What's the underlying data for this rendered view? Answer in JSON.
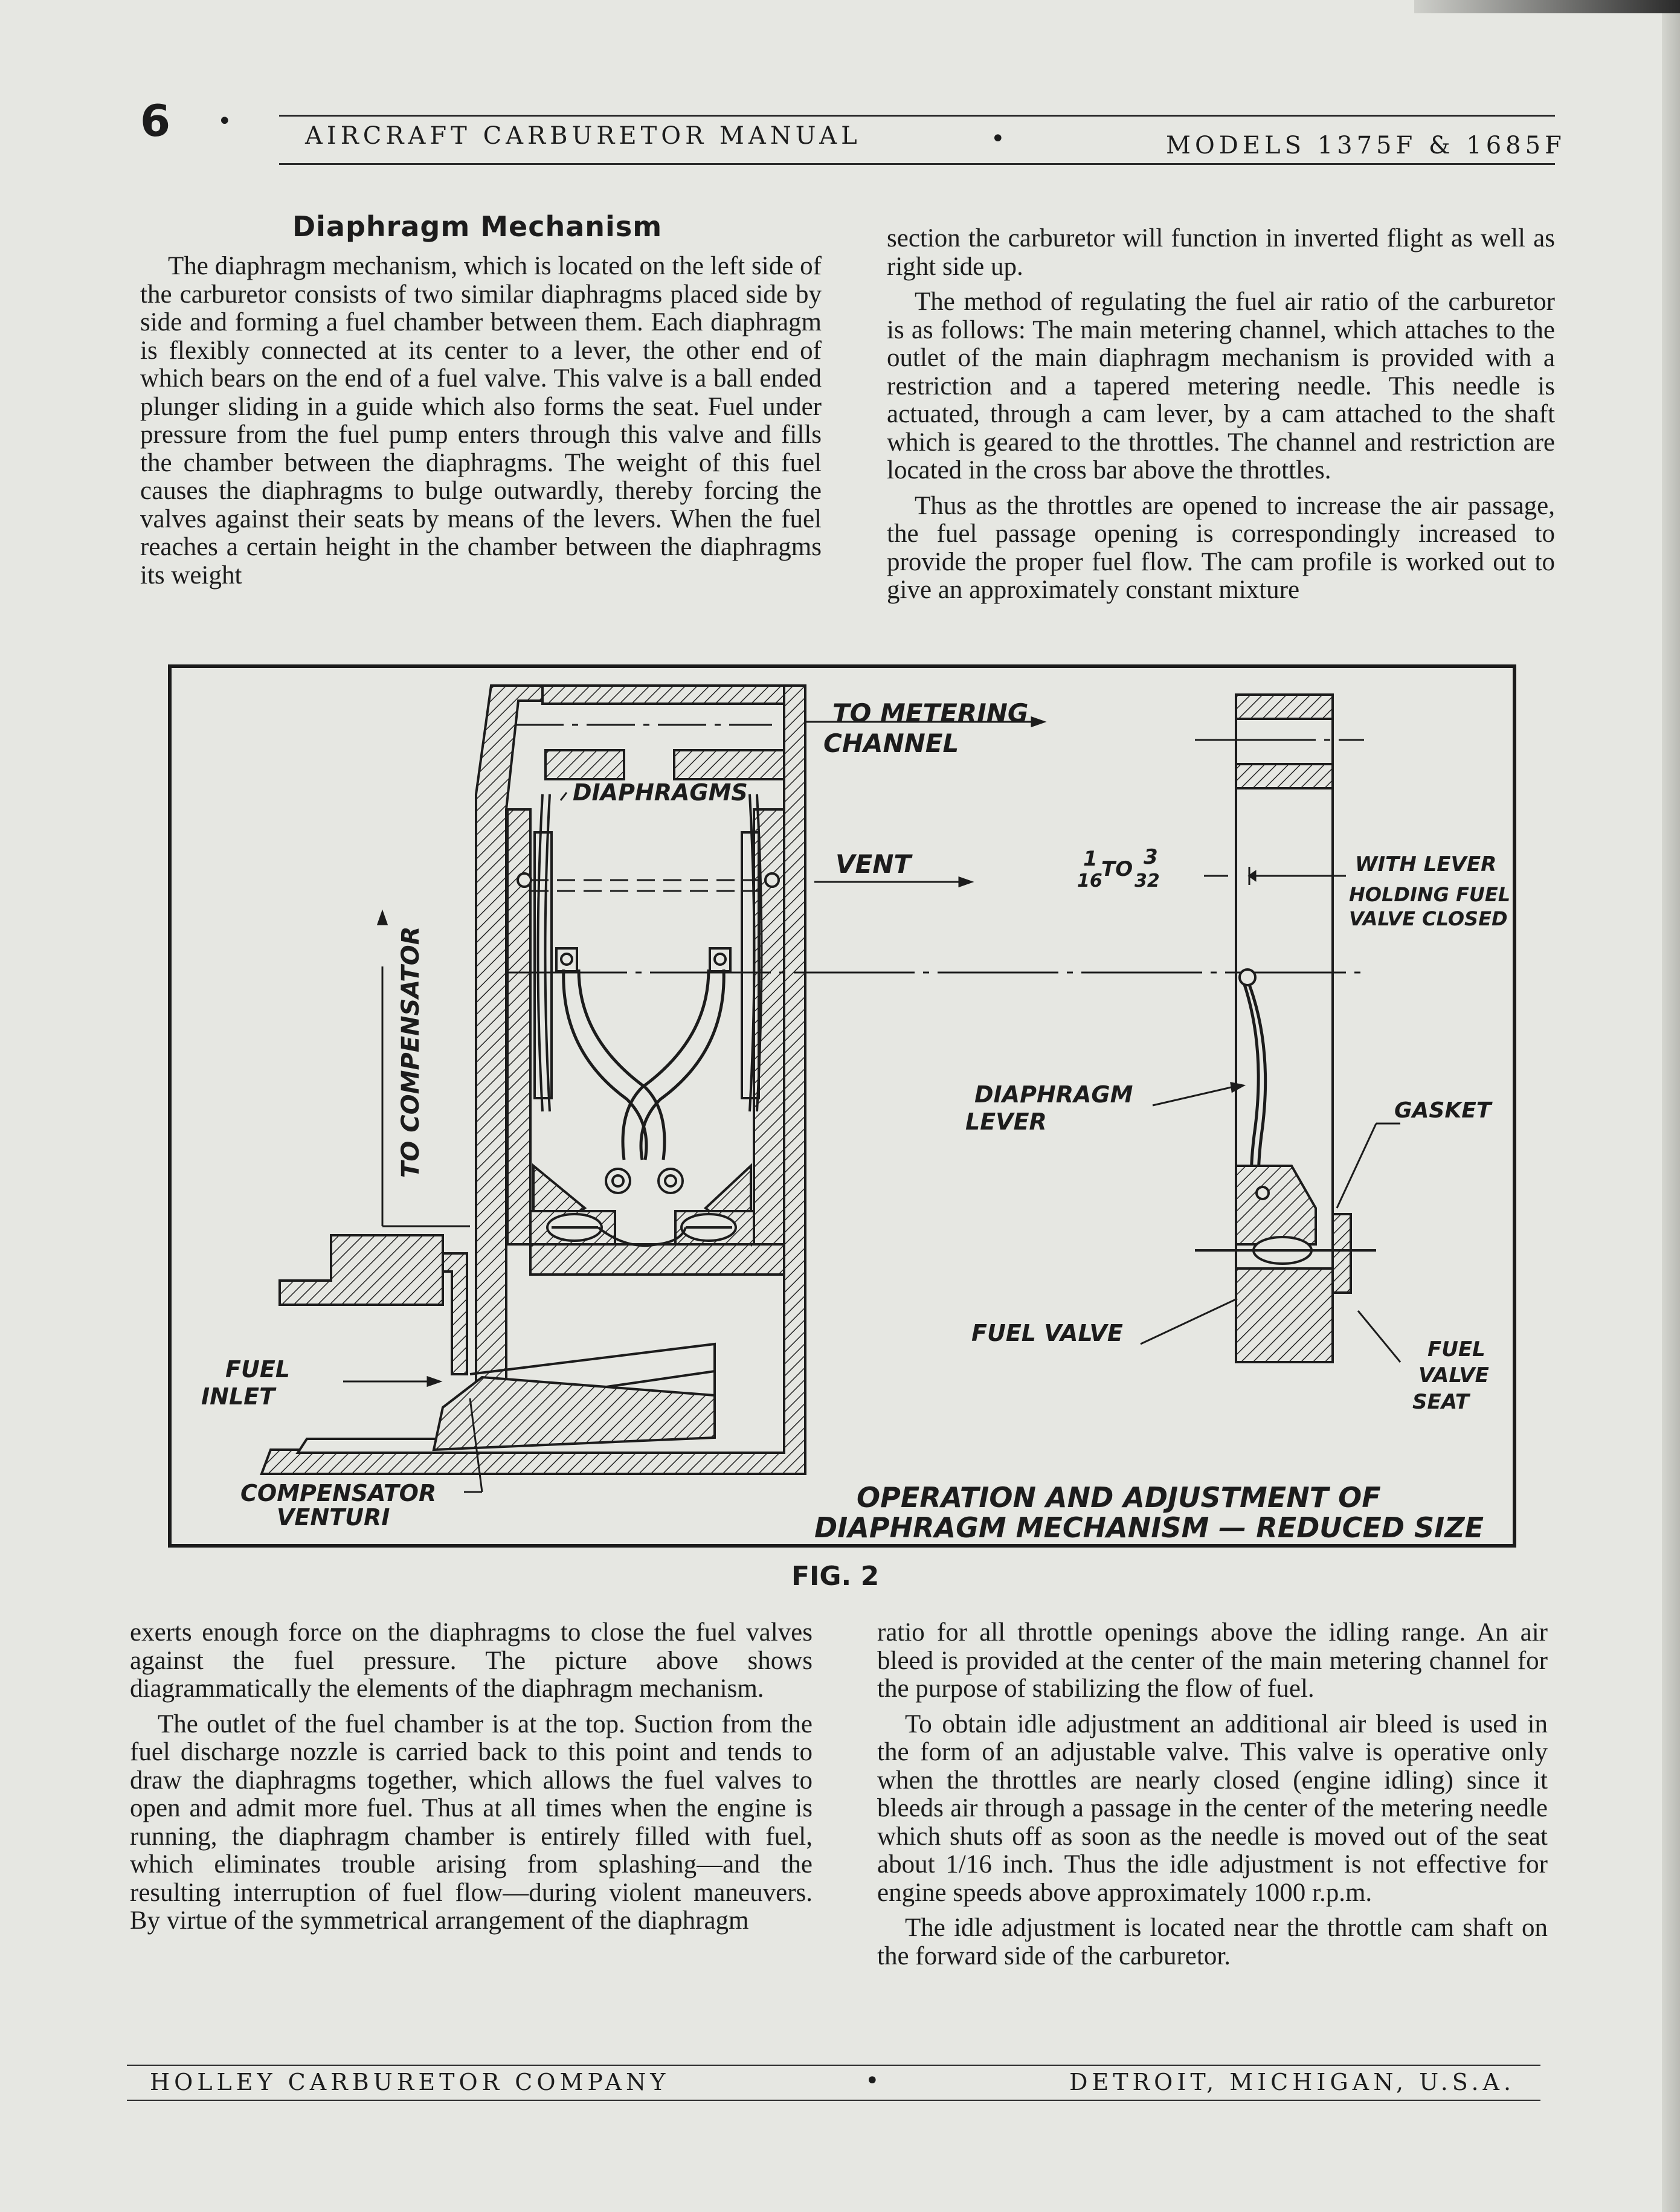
{
  "header": {
    "page_number": "6",
    "manual_title": "AIRCRAFT CARBURETOR MANUAL",
    "models": "MODELS 1375F & 1685F"
  },
  "section_title": "Diaphragm Mechanism",
  "top_left_text": "The diaphragm mechanism, which is located on the left side of the carburetor consists of two similar diaphragms placed side by side and forming a fuel chamber between them. Each diaphragm is flexibly connected at its center to a lever, the other end of which bears on the end of a fuel valve. This valve is a ball ended plunger sliding in a guide which also forms the seat. Fuel under pressure from the fuel pump enters through this valve and fills the chamber between the diaphragms. The weight of this fuel causes the diaphragms to bulge outwardly, thereby forcing the valves against their seats by means of the levers. When the fuel reaches a certain height in the chamber between the diaphragms its weight",
  "top_right_paragraphs": [
    "section the carburetor will function in inverted flight as well as right side up.",
    "The method of regulating the fuel air ratio of the carburetor is as follows: The main metering channel, which attaches to the outlet of the main diaphragm mechanism is provided with a restriction and a tapered metering needle. This needle is actuated, through a cam lever, by a cam attached to the shaft which is geared to the throttles. The channel and restriction are located in the cross bar above the throttles.",
    "Thus as the throttles are opened to increase the air passage, the fuel passage opening is correspondingly increased to provide the proper fuel flow. The cam profile is worked out to give an approximately constant mixture"
  ],
  "figure": {
    "labels": {
      "to_metering_1": "TO METERING",
      "to_metering_2": "CHANNEL",
      "diaphragms": "DIAPHRAGMS",
      "vent": "VENT",
      "to_compensator": "TO COMPENSATOR",
      "fraction_a_num": "1",
      "fraction_a_den": "16",
      "fraction_to": "TO",
      "fraction_b_num": "3",
      "fraction_b_den": "32",
      "with_lever_1": "WITH LEVER",
      "with_lever_2": "HOLDING FUEL",
      "with_lever_3": "VALVE CLOSED",
      "diaphragm_lever_1": "DIAPHRAGM",
      "diaphragm_lever_2": "LEVER",
      "gasket": "GASKET",
      "fuel_valve": "FUEL VALVE",
      "fuel_valve_seat_1": "FUEL",
      "fuel_valve_seat_2": "VALVE",
      "fuel_valve_seat_3": "SEAT",
      "fuel_inlet_1": "FUEL",
      "fuel_inlet_2": "INLET",
      "compensator_venturi_1": "COMPENSATOR",
      "compensator_venturi_2": "VENTURI",
      "title_1": "OPERATION AND ADJUSTMENT OF",
      "title_2": "DIAPHRAGM MECHANISM — REDUCED SIZE"
    },
    "caption": "FIG. 2"
  },
  "bottom_left_paragraphs": [
    "exerts enough force on the diaphragms to close the fuel valves against the fuel pressure. The picture above shows diagrammatically the elements of the diaphragm mechanism.",
    "The outlet of the fuel chamber is at the top. Suction from the fuel discharge nozzle is carried back to this point and tends to draw the diaphragms together, which allows the fuel valves to open and admit more fuel. Thus at all times when the engine is running, the diaphragm chamber is entirely filled with fuel, which eliminates trouble arising from splashing—and the resulting interruption of fuel flow—during violent maneuvers. By virtue of the symmetrical arrangement of the diaphragm"
  ],
  "bottom_right_paragraphs": [
    "ratio for all throttle openings above the idling range. An air bleed is provided at the center of the main metering channel for the purpose of stabilizing the flow of fuel.",
    "To obtain idle adjustment an additional air bleed is used in the form of an adjustable valve. This valve is operative only when the throttles are nearly closed (engine idling) since it bleeds air through a passage in the center of the metering needle which shuts off as soon as the needle is moved out of the seat about 1/16 inch. Thus the idle adjustment is not effective for engine speeds above approximately 1000 r.p.m.",
    "The idle adjustment is located near the throttle cam shaft on the forward side of the carburetor."
  ],
  "footer": {
    "company": "HOLLEY CARBURETOR COMPANY",
    "location": "DETROIT, MICHIGAN, U.S.A."
  }
}
